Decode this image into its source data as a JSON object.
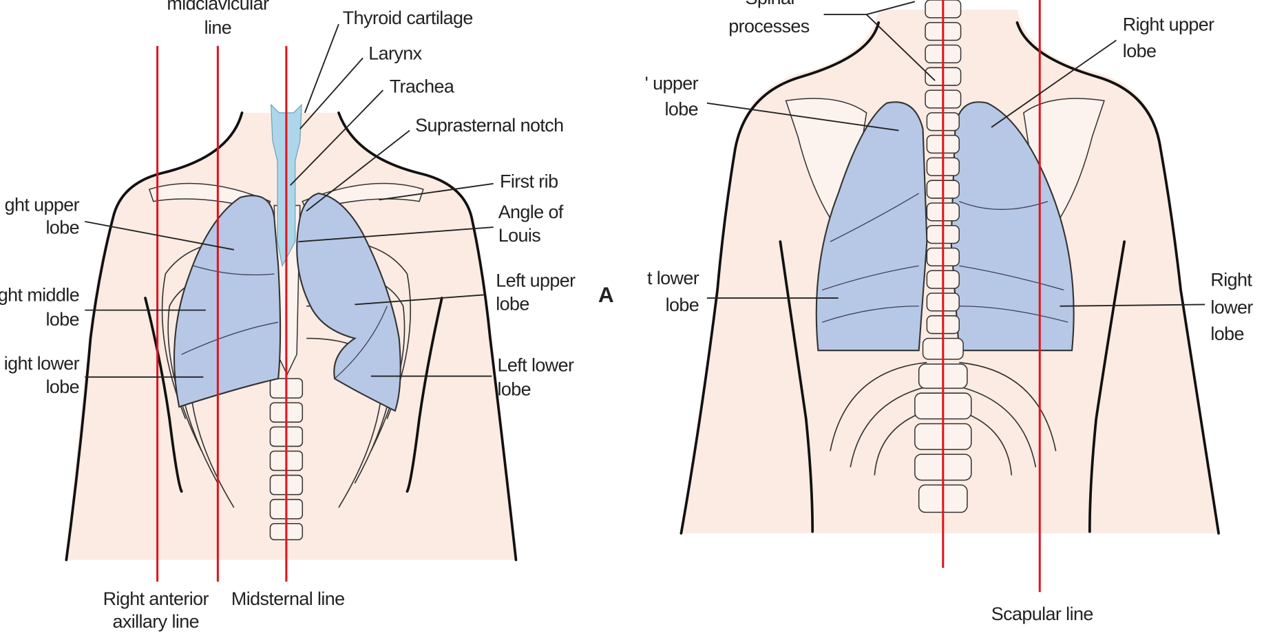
{
  "figure_label": "A",
  "front": {
    "midclavicular_line": [
      "midclavicular",
      "line"
    ],
    "thyroid_cartilage": "Thyroid cartilage",
    "larynx": "Larynx",
    "trachea": "Trachea",
    "suprasternal_notch": "Suprasternal notch",
    "first_rib": "First rib",
    "angle_of_louis": [
      "Angle of",
      "Louis"
    ],
    "left_upper_lobe": [
      "Left upper",
      "lobe"
    ],
    "left_lower_lobe": [
      "Left lower",
      "lobe"
    ],
    "right_upper_lobe": [
      "ght upper",
      "lobe"
    ],
    "right_middle_lobe": [
      "ght middle",
      "lobe"
    ],
    "right_lower_lobe": [
      "ight lower",
      "lobe"
    ],
    "right_anterior_axillary_line": [
      "Right anterior",
      "axillary line"
    ],
    "midsternal_line": "Midsternal line"
  },
  "back": {
    "spinal_processes": [
      "Spinal",
      "processes"
    ],
    "left_upper_lobe": [
      "' upper",
      "lobe"
    ],
    "right_upper_lobe": [
      "Right upper",
      "lobe"
    ],
    "left_lower_lobe": [
      "t lower",
      "lobe"
    ],
    "right_lower_lobe": [
      "Right",
      "lower",
      "lobe"
    ],
    "scapular_line": "Scapular line"
  },
  "colors": {
    "reference_line": "#e0141e",
    "skin": "#fcebe2",
    "lung": "#b7c7e6",
    "trachea": "#aed6ea"
  }
}
